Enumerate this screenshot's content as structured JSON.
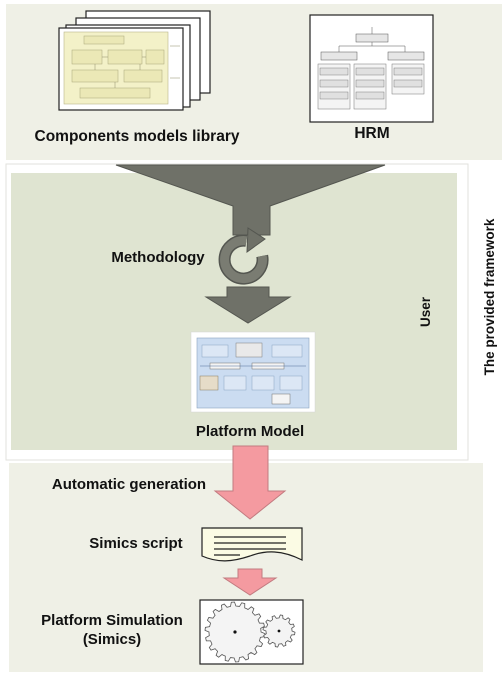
{
  "top_section": {
    "library_label": "Components models library",
    "hrm_label": "HRM"
  },
  "middle_section": {
    "methodology_label": "Methodology",
    "platform_model_label": "Platform Model",
    "user_label": "User"
  },
  "framework_label": "The provided framework",
  "bottom_section": {
    "automatic_generation_label": "Automatic generation",
    "simics_script_label": "Simics script",
    "platform_simulation_label_line1": "Platform Simulation",
    "platform_simulation_label_line2": "(Simics)"
  },
  "colors": {
    "panel_fill": "#eff0e6",
    "methodology_panel_fill": "#dfe4d1",
    "funnel_arrow_fill": "#6f7168",
    "generation_arrow_fill": "#f49aa0",
    "document_fill": "#fbfbe4",
    "model_fill": "#cbdcf1"
  }
}
